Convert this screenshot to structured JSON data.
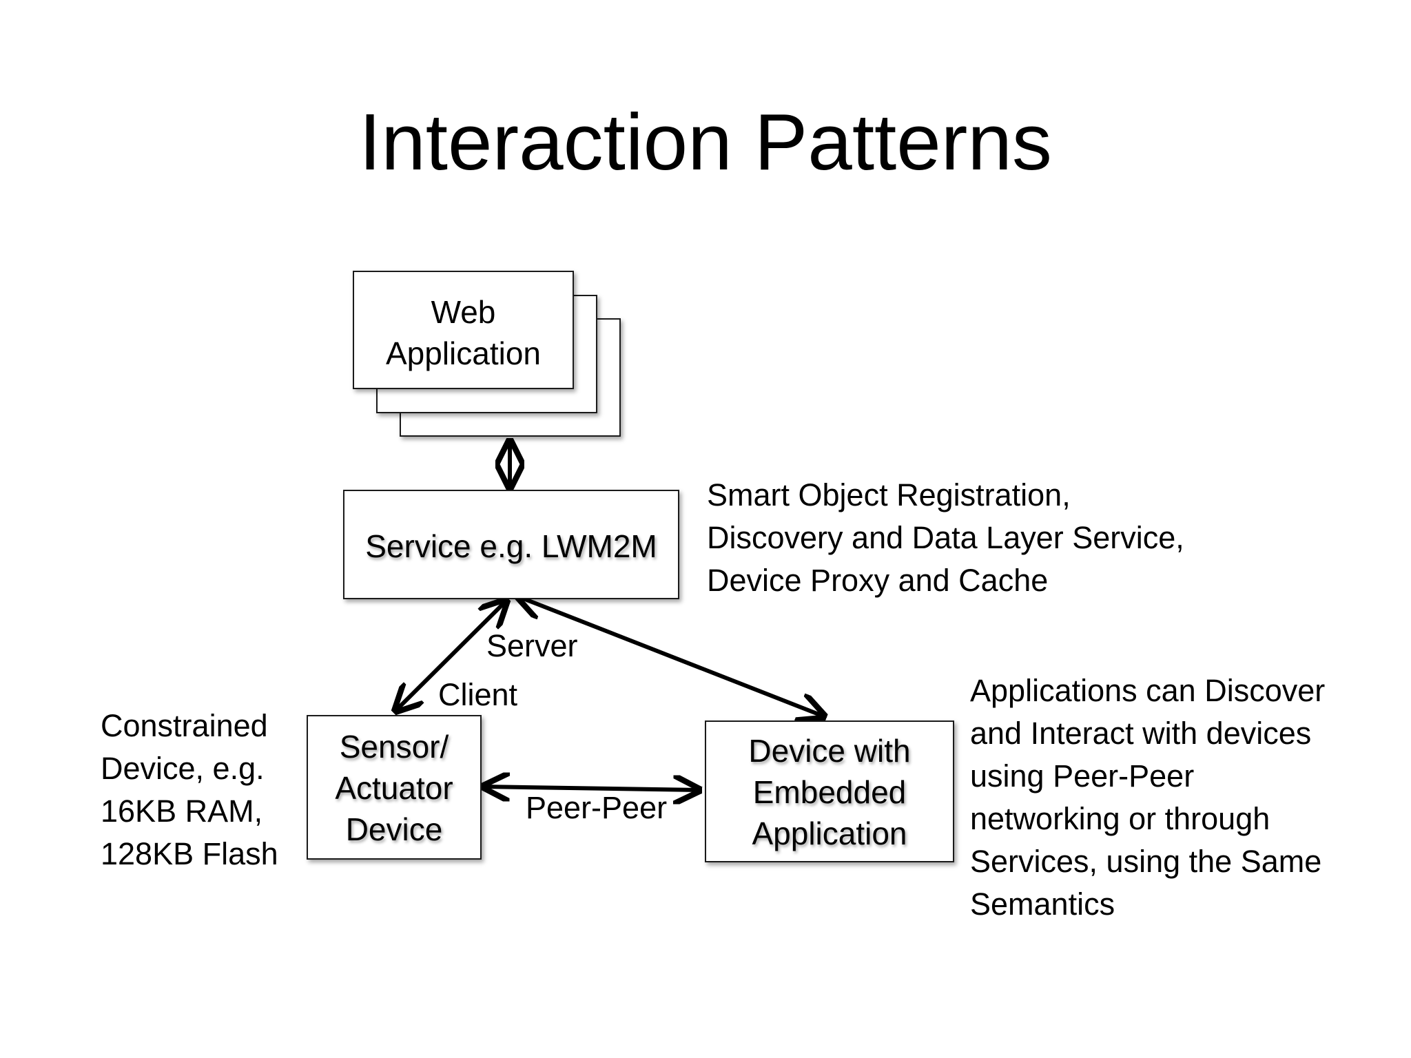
{
  "title": "Interaction Patterns",
  "nodes": {
    "web_app": {
      "lines": [
        "Web",
        "Application"
      ]
    },
    "service": {
      "lines": [
        "Service e.g. LWM2M"
      ]
    },
    "sensor": {
      "lines": [
        "Sensor/",
        "Actuator",
        "Device"
      ]
    },
    "device": {
      "lines": [
        "Device with",
        "Embedded",
        "Application"
      ]
    }
  },
  "edge_labels": {
    "server": "Server",
    "client": "Client",
    "peer": "Peer-Peer"
  },
  "notes": {
    "service_note": [
      "Smart Object Registration,",
      "Discovery and Data Layer Service,",
      "Device Proxy and Cache"
    ],
    "constrained_note": [
      "Constrained",
      "Device, e.g.",
      "16KB RAM,",
      "128KB Flash"
    ],
    "apps_note": [
      "Applications can Discover",
      "and Interact with devices",
      "using Peer-Peer",
      "networking or through",
      "Services, using the Same",
      "Semantics"
    ]
  }
}
